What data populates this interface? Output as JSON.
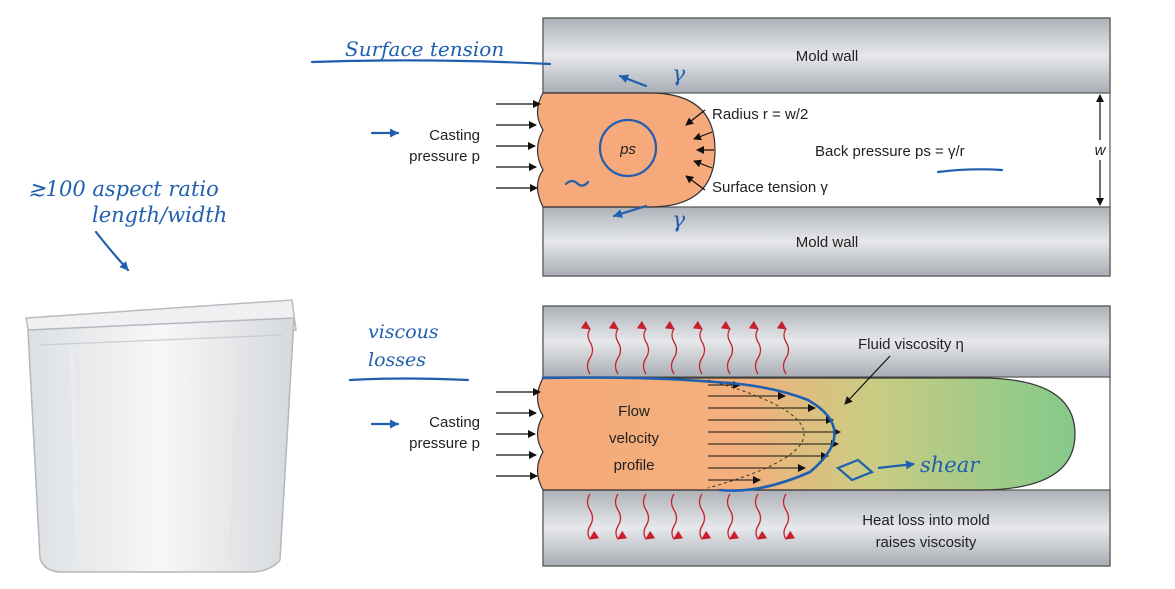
{
  "top_panel": {
    "mold_wall_top": "Mold wall",
    "mold_wall_bottom": "Mold wall",
    "casting_line1": "Casting",
    "casting_line2": "pressure p",
    "ps_label": "ps",
    "radius_label": "Radius r = w/2",
    "back_pressure_label": "Back pressure ps = γ/r",
    "surface_tension_label": "Surface tension γ",
    "width_label": "w"
  },
  "bottom_panel": {
    "casting_line1": "Casting",
    "casting_line2": "pressure p",
    "flow_line1": "Flow",
    "flow_line2": "velocity",
    "flow_line3": "profile",
    "viscosity_label": "Fluid viscosity η",
    "heat_line1": "Heat loss into mold",
    "heat_line2": "raises viscosity"
  },
  "annotations": {
    "surface_tension": "Surface tension",
    "gamma_top": "γ",
    "gamma_bottom": "γ",
    "aspect_line1": "≳100 aspect ratio",
    "aspect_line2": "length/width",
    "viscous_line1": "viscous",
    "viscous_line2": "losses",
    "shear": "shear"
  },
  "colors": {
    "melt_orange": "#f6a97a",
    "melt_green": "#84c98a",
    "ink_blue": "#1f5fb0",
    "heat_red": "#c8202a",
    "mold_grey": "#d4d6da"
  },
  "icons": [
    "container-photo",
    "pressure-arrows",
    "heat-loss-arrows"
  ]
}
